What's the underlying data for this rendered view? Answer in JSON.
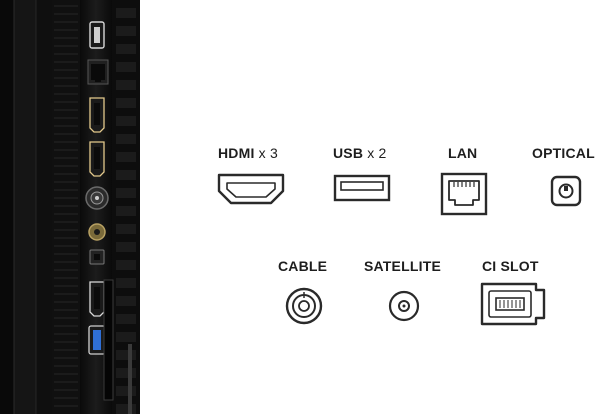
{
  "connectors": {
    "hdmi": {
      "label": "HDMI",
      "count": "x 3",
      "icon": "hdmi-port-icon"
    },
    "usb": {
      "label": "USB",
      "count": "x 2",
      "icon": "usb-port-icon"
    },
    "lan": {
      "label": "LAN",
      "icon": "ethernet-port-icon"
    },
    "optical": {
      "label": "OPTICAL",
      "icon": "optical-port-icon"
    },
    "cable": {
      "label": "CABLE",
      "icon": "coaxial-port-icon"
    },
    "satellite": {
      "label": "SATELLITE",
      "icon": "satellite-port-icon"
    },
    "ci_slot": {
      "label": "CI SLOT",
      "icon": "ci-slot-icon"
    }
  },
  "colors": {
    "text": "#1e1e1e",
    "icon_stroke": "#2a2a2a",
    "tv_body": "#111111",
    "usb3_accent": "#2f6fd6"
  }
}
